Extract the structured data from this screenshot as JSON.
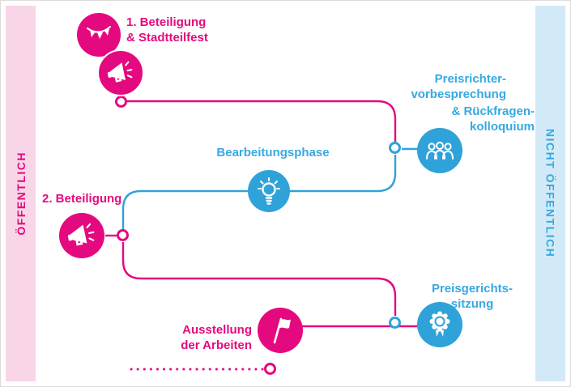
{
  "zones": {
    "public_label": "ÖFFENTLICH",
    "non_public_label": "NICHT ÖFFENTLICH"
  },
  "steps": [
    {
      "name": "beteiligung-1",
      "zone": "public",
      "lines": [
        "1. Beteiligung",
        "& Stadtteilfest"
      ],
      "icons": [
        "bunting-icon",
        "megaphone-icon"
      ]
    },
    {
      "name": "preisrichter-vorbesprechung",
      "zone": "non-public",
      "lines": [
        "Preisrichter-",
        "vorbesprechung",
        "& Rückfragen-",
        "kolloquium"
      ],
      "icons": [
        "jury-icon"
      ]
    },
    {
      "name": "bearbeitungsphase",
      "zone": "non-public",
      "lines": [
        "Bearbeitungsphase"
      ],
      "icons": [
        "lightbulb-icon"
      ]
    },
    {
      "name": "beteiligung-2",
      "zone": "public",
      "lines": [
        "2. Beteiligung"
      ],
      "icons": [
        "megaphone-icon"
      ]
    },
    {
      "name": "preisgerichtssitzung",
      "zone": "non-public",
      "lines": [
        "Preisgerichts-",
        "sitzung"
      ],
      "icons": [
        "medal-icon"
      ]
    },
    {
      "name": "ausstellung-der-arbeiten",
      "zone": "public",
      "lines": [
        "Ausstellung",
        "der Arbeiten"
      ],
      "icons": [
        "flag-icon"
      ]
    }
  ],
  "colors": {
    "pink": "#e5097f",
    "pink-light": "#f8d6e7",
    "blue": "#36a9e1",
    "blue-light": "#d2eaf7",
    "circle-blue": "#2fa3d9"
  }
}
